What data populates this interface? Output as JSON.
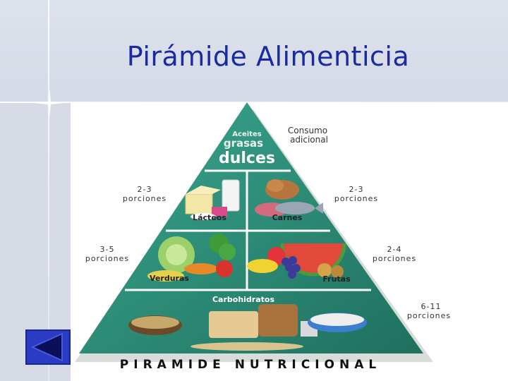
{
  "slide": {
    "title": "Pirámide Alimenticia"
  },
  "pyramid": {
    "top": {
      "aceites": "Aceites",
      "grasas": "grasas",
      "dulces": "dulces",
      "side_note_line1": "Consumo",
      "side_note_line2": "adicional"
    },
    "lacteos": {
      "label": "Lácteos",
      "portion_num": "2-3",
      "portion_word": "porciones"
    },
    "carnes": {
      "label": "Carnes",
      "portion_num": "2-3",
      "portion_word": "porciones"
    },
    "verduras": {
      "label": "Verduras",
      "portion_num": "3-5",
      "portion_word": "porciones"
    },
    "frutas": {
      "label": "Frutas",
      "portion_num": "2-4",
      "portion_word": "porciones"
    },
    "carbohidratos": {
      "label": "Carbohidratos",
      "portion_num": "6-11",
      "portion_word": "porciones"
    },
    "footer": "PIRAMIDE NUTRICIONAL"
  },
  "nav": {
    "back_icon": "triangle-left-icon",
    "color": "#2b3cc4"
  },
  "colors": {
    "title": "#1a2aa0",
    "pyramid": "#2e8f7a"
  }
}
